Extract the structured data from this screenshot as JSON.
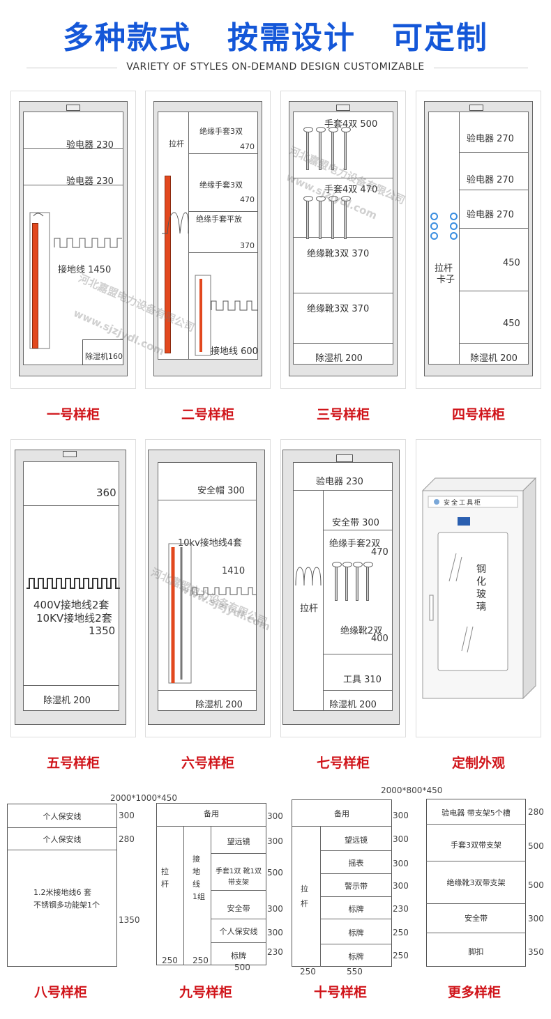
{
  "header": {
    "title": "多种款式   按需设计   可定制",
    "subtitle": "VARIETY OF STYLES  ON-DEMAND DESIGN  CUSTOMIZABLE"
  },
  "watermark": {
    "company": "河北嘉盟电力设备有限公司",
    "site": "www.sjzjydl.com"
  },
  "colors": {
    "title": "#1457d8",
    "caption": "#d0141a",
    "stick": "#e2481e",
    "ring": "#3b8ee0"
  },
  "cabinets": [
    {
      "caption": "一号样柜",
      "labels": [
        "验电器 230",
        "验电器 230",
        "接地线  1450",
        "除湿机160"
      ]
    },
    {
      "caption": "二号样柜",
      "labels": [
        "拉杆",
        "绝缘手套3双",
        "470",
        "绝缘手套3双",
        "470",
        "绝缘手套平放",
        "370",
        "接地线 600"
      ]
    },
    {
      "caption": "三号样柜",
      "labels": [
        "手套4双 500",
        "手套4双 470",
        "绝缘靴3双  370",
        "绝缘靴3双  370",
        "除湿机   200"
      ]
    },
    {
      "caption": "四号样柜",
      "labels": [
        "验电器 270",
        "验电器 270",
        "验电器 270",
        "450",
        "450",
        "除湿机 200",
        "拉杆",
        "卡子"
      ]
    },
    {
      "caption": "五号样柜",
      "labels": [
        "360",
        "400V接地线2套",
        "10KV接地线2套",
        "1350",
        "除湿机   200"
      ]
    },
    {
      "caption": "六号样柜",
      "labels": [
        "安全帽 300",
        "10kv接地线4套",
        "1410",
        "除湿机 200"
      ]
    },
    {
      "caption": "七号样柜",
      "labels": [
        "验电器    230",
        "安全带 300",
        "绝缘手套2双",
        "470",
        "拉杆",
        "绝缘靴2双",
        "400",
        "工具 310",
        "除湿机 200"
      ]
    },
    {
      "caption": "定制外观",
      "labels": [
        "安全工具柜",
        "钢",
        "化",
        "玻",
        "璃"
      ]
    },
    {
      "caption": "八号样柜",
      "size": "2000*1000*450",
      "labels": [
        "个人保安线",
        "个人保安线",
        "1.2米接地线6 套",
        "不锈钢多功能架1个"
      ],
      "dims": [
        "300",
        "280",
        "1350"
      ]
    },
    {
      "caption": "九号样柜",
      "labels": [
        "备用",
        "拉",
        "杆",
        "接",
        "地",
        "线",
        "1组",
        "望远镜",
        "手套1双  靴1双",
        "带支架",
        "安全带",
        "个人保安线",
        "标牌"
      ],
      "dims": [
        "300",
        "300",
        "500",
        "300",
        "300",
        "230",
        "250",
        "250",
        "500"
      ]
    },
    {
      "caption": "十号样柜",
      "size": "2000*800*450",
      "labels": [
        "备用",
        "拉",
        "杆",
        "望远镜",
        "摇表",
        "警示带",
        "标牌",
        "标牌",
        "标牌"
      ],
      "dims": [
        "300",
        "300",
        "300",
        "300",
        "230",
        "250",
        "250",
        "250",
        "550"
      ]
    },
    {
      "caption": "更多样柜",
      "labels": [
        "验电器  带支架5个槽",
        "手套3双带支架",
        "绝缘靴3双带支架",
        "安全带",
        "脚扣"
      ],
      "dims": [
        "280",
        "500",
        "500",
        "300",
        "350"
      ]
    }
  ]
}
